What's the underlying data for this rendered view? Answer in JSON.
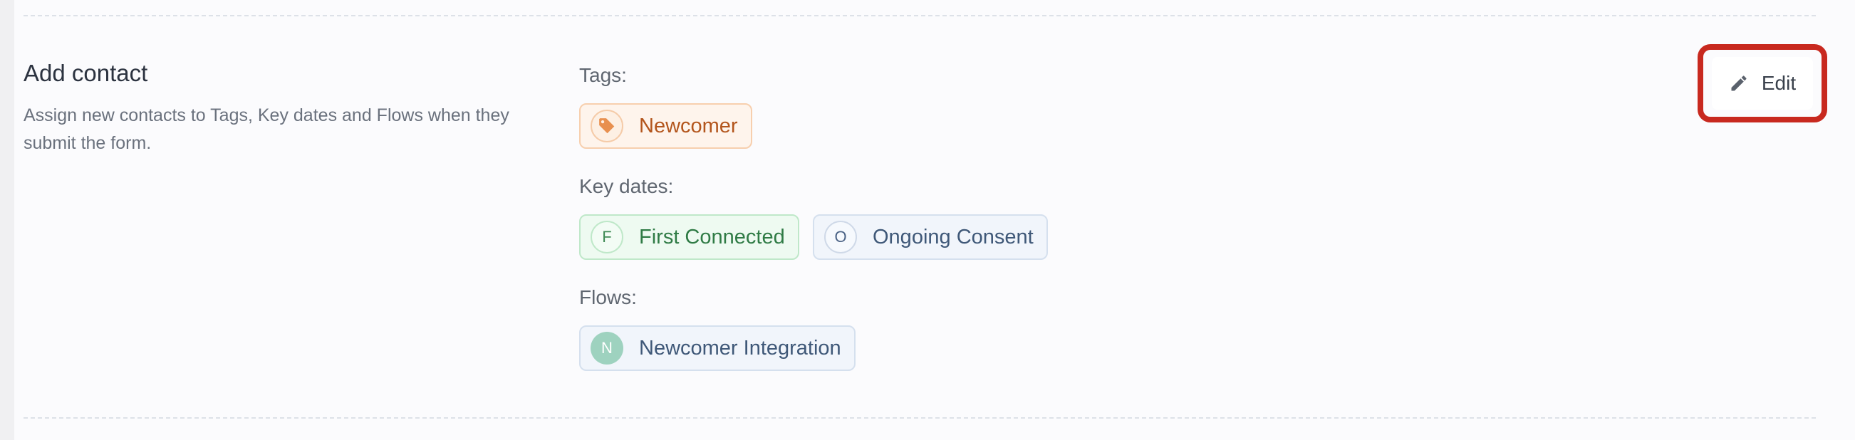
{
  "section": {
    "title": "Add contact",
    "description": "Assign new contacts to Tags, Key dates and Flows when they submit the form."
  },
  "tags": {
    "label": "Tags:",
    "items": [
      {
        "label": "Newcomer",
        "icon": "tag-icon"
      }
    ]
  },
  "key_dates": {
    "label": "Key dates:",
    "items": [
      {
        "initial": "F",
        "label": "First Connected"
      },
      {
        "initial": "O",
        "label": "Ongoing Consent"
      }
    ]
  },
  "flows": {
    "label": "Flows:",
    "items": [
      {
        "initial": "N",
        "label": "Newcomer Integration"
      }
    ]
  },
  "edit_button": {
    "label": "Edit",
    "icon": "pencil-icon",
    "highlight_color": "#c8291f"
  },
  "colors": {
    "tag_chip_text": "#b3551c",
    "key_date_green_text": "#2f7b45",
    "key_date_blue_text": "#3f5878",
    "flow_badge": "#9ed2bf"
  }
}
